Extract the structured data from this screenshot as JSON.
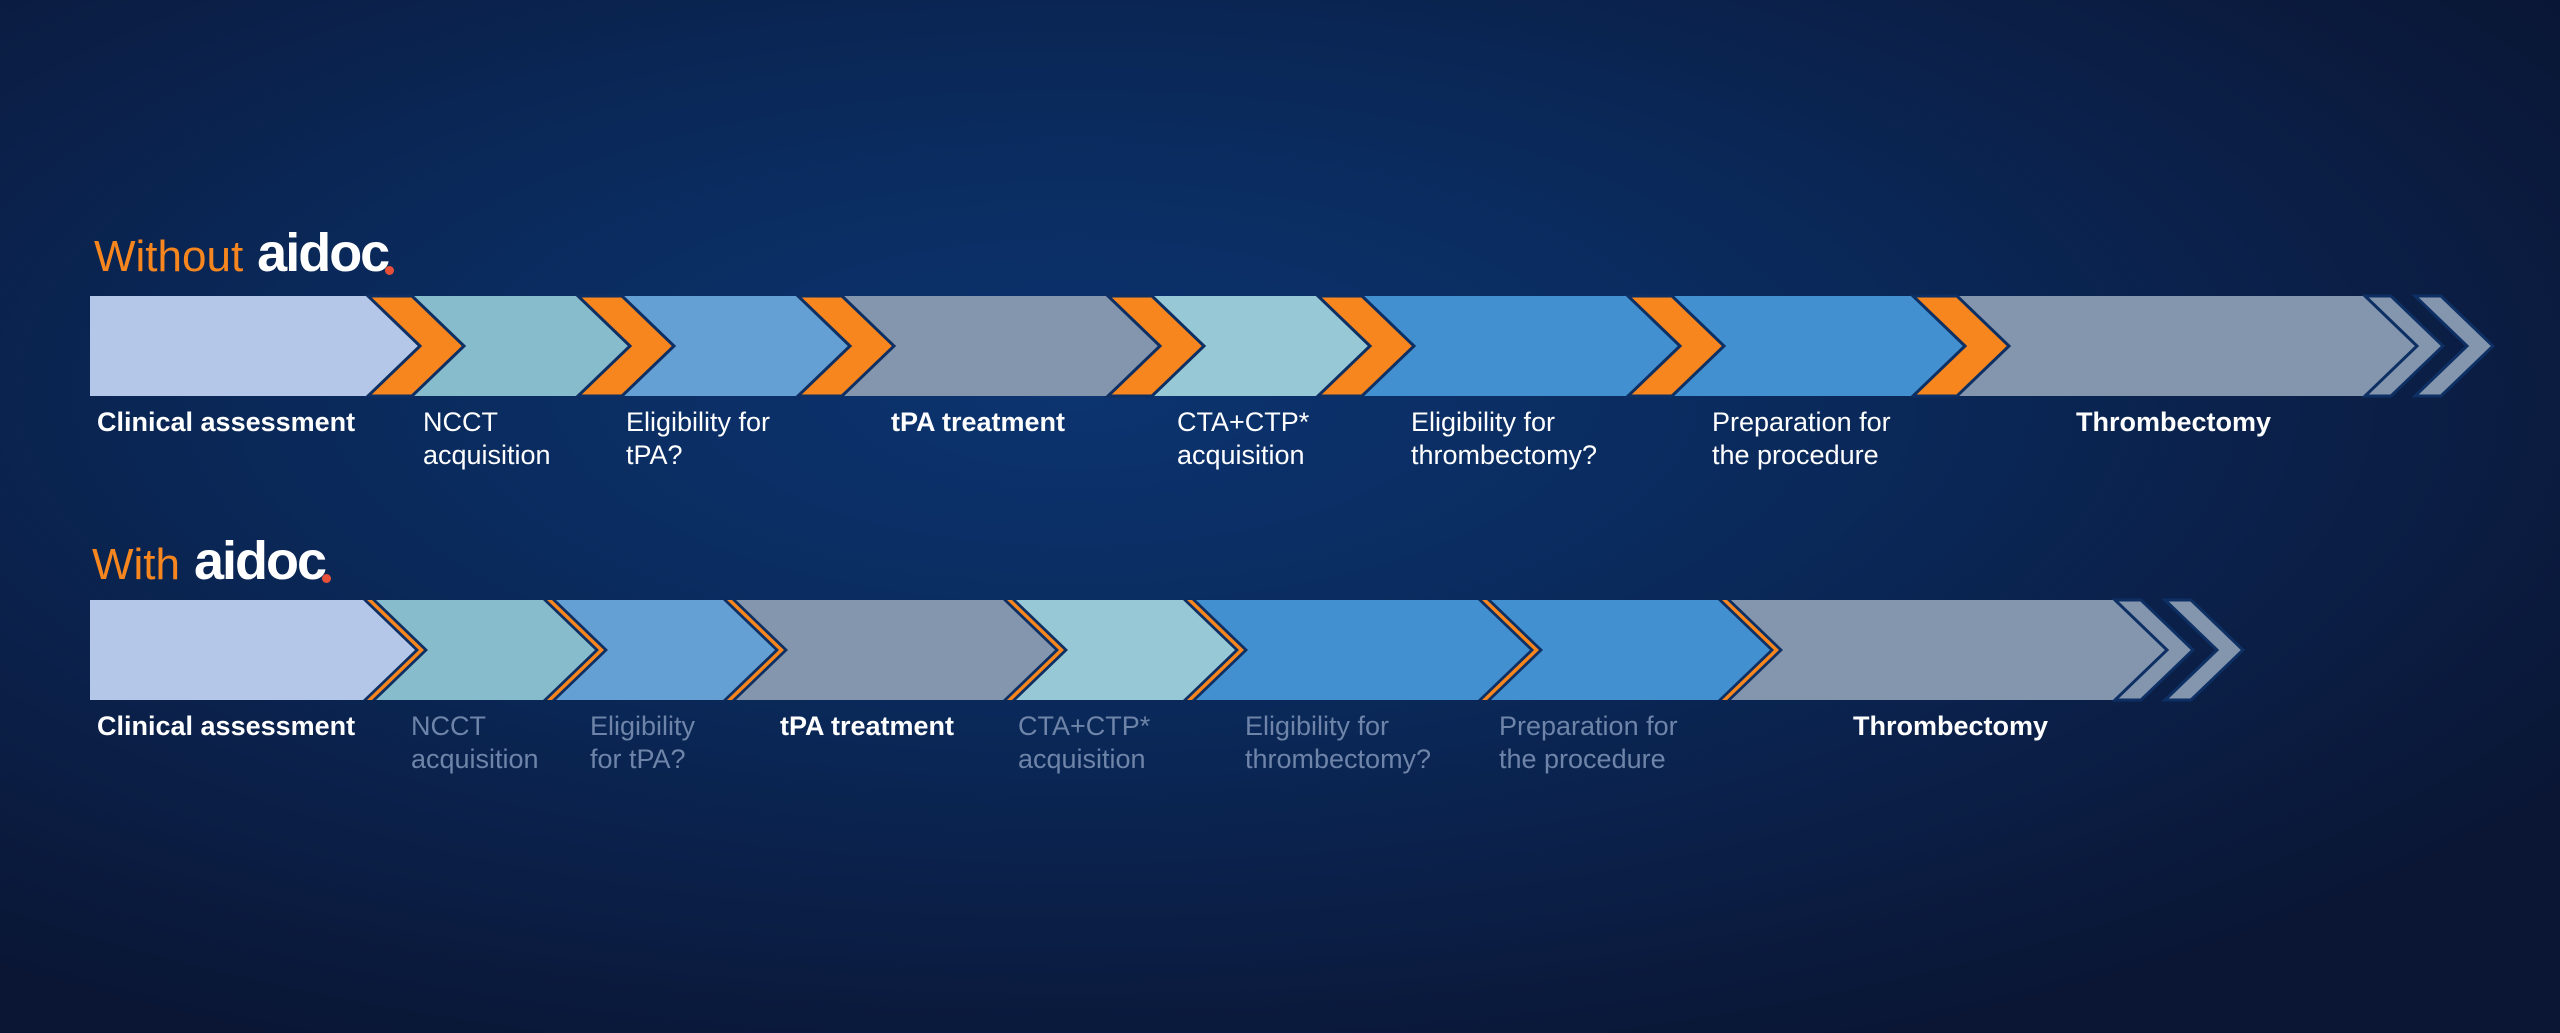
{
  "colors": {
    "accent": "#f7861e",
    "edge": "#0d2f63",
    "tail": "#8496ae",
    "label": "#ffffff",
    "label_dim": "#6e84a8",
    "logo_dot": "#e8503a"
  },
  "without": {
    "word": "Without",
    "logo": "aidoc",
    "steps": [
      {
        "label": "Clinical assessment",
        "bold": true,
        "color": "#b4c7e8"
      },
      {
        "label": "NCCT\nacquisition",
        "bold": false,
        "color": "#86bccc"
      },
      {
        "label": "Eligibility for\ntPA?",
        "bold": false,
        "color": "#65a0d4"
      },
      {
        "label": "tPA treatment",
        "bold": true,
        "color": "#8496ae"
      },
      {
        "label": "CTA+CTP*\nacquisition",
        "bold": false,
        "color": "#97c8d6"
      },
      {
        "label": "Eligibility for\nthrombectomy?",
        "bold": false,
        "color": "#4290d0"
      },
      {
        "label": "Preparation for\nthe procedure",
        "bold": false,
        "color": "#4290d0"
      },
      {
        "label": "Thrombectomy",
        "bold": true,
        "color": "#8496ae"
      }
    ]
  },
  "with": {
    "word": "With",
    "logo": "aidoc",
    "steps": [
      {
        "label": "Clinical assessment",
        "bold": true,
        "dim": false,
        "color": "#b4c7e8"
      },
      {
        "label": "NCCT\nacquisition",
        "bold": false,
        "dim": true,
        "color": "#86bccc"
      },
      {
        "label": "Eligibility\nfor tPA?",
        "bold": false,
        "dim": true,
        "color": "#65a0d4"
      },
      {
        "label": "tPA treatment",
        "bold": true,
        "dim": false,
        "color": "#8496ae"
      },
      {
        "label": "CTA+CTP*\nacquisition",
        "bold": false,
        "dim": true,
        "color": "#97c8d6"
      },
      {
        "label": "Eligibility for\nthrombectomy?",
        "bold": false,
        "dim": true,
        "color": "#4290d0"
      },
      {
        "label": "Preparation for\nthe procedure",
        "bold": false,
        "dim": true,
        "color": "#4290d0"
      },
      {
        "label": "Thrombectomy",
        "bold": true,
        "dim": false,
        "color": "#8496ae"
      }
    ]
  }
}
